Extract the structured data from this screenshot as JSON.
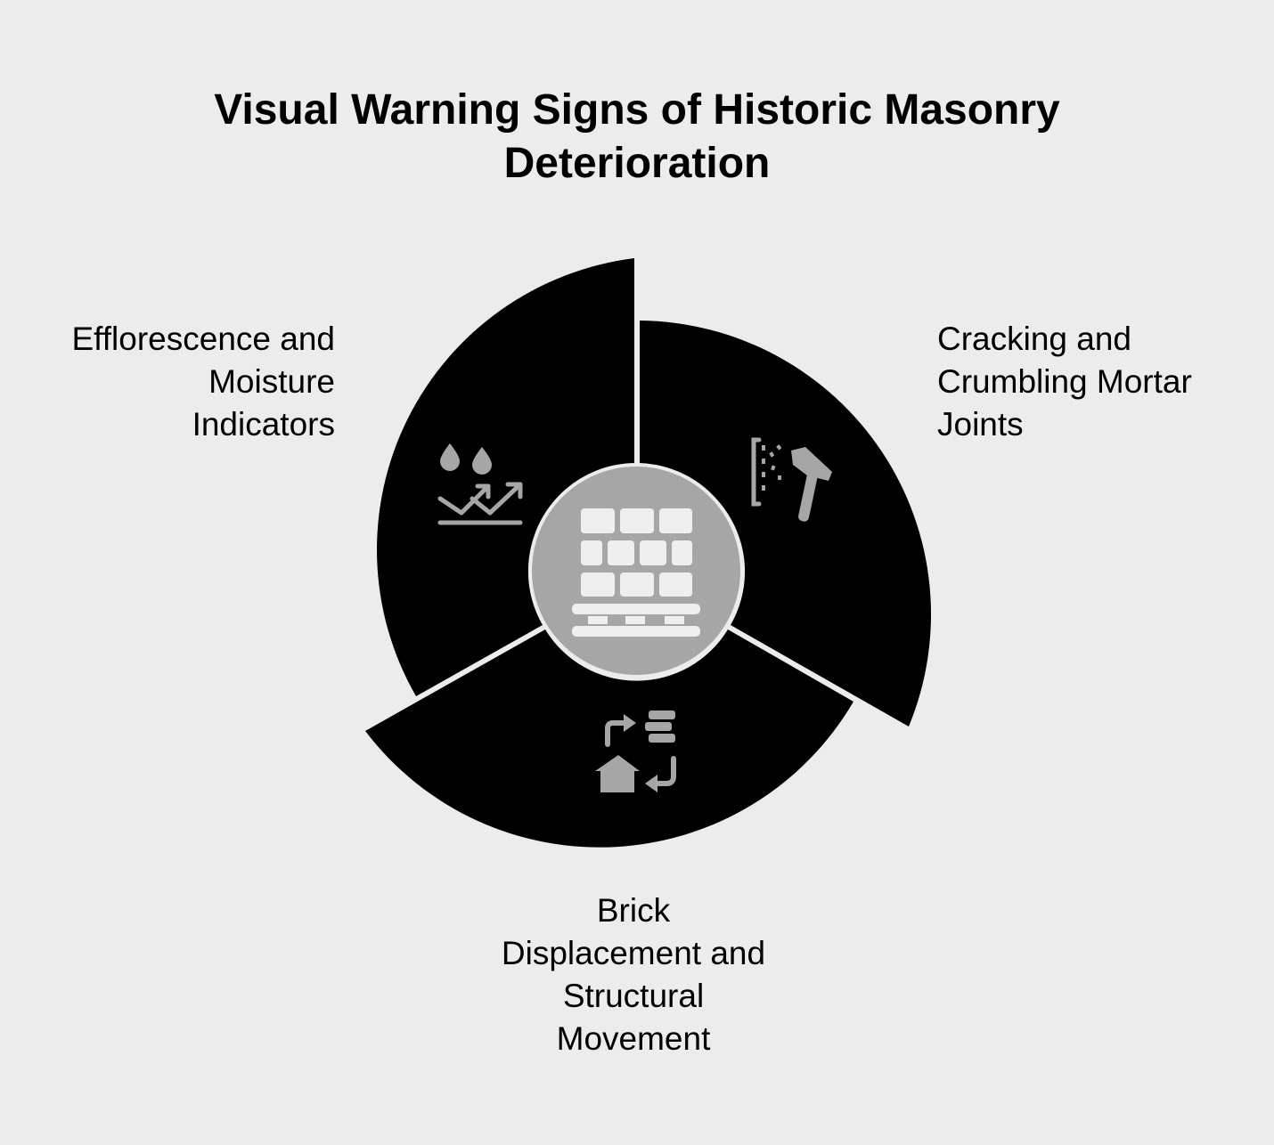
{
  "title": {
    "line1": "Visual Warning Signs of Historic Masonry",
    "line2": "Deterioration"
  },
  "segments": [
    {
      "label_lines": [
        "Efflorescence and",
        "Moisture",
        "Indicators"
      ],
      "icon": "moisture-drops-rising-arrows-icon"
    },
    {
      "label_lines": [
        "Cracking and",
        "Crumbling Mortar",
        "Joints"
      ],
      "icon": "hammer-crumbling-mortar-icon"
    },
    {
      "label_lines": [
        "Brick",
        "Displacement and",
        "Structural",
        "Movement"
      ],
      "icon": "house-brick-displacement-arrows-icon"
    }
  ],
  "center_icon": "brick-wall-icon",
  "colors": {
    "background": "#ebeceb",
    "segment": "#000000",
    "icon": "#a6a6a6",
    "hub": "#a6a6a6",
    "hub_icon": "#efefef",
    "text": "#000000"
  }
}
